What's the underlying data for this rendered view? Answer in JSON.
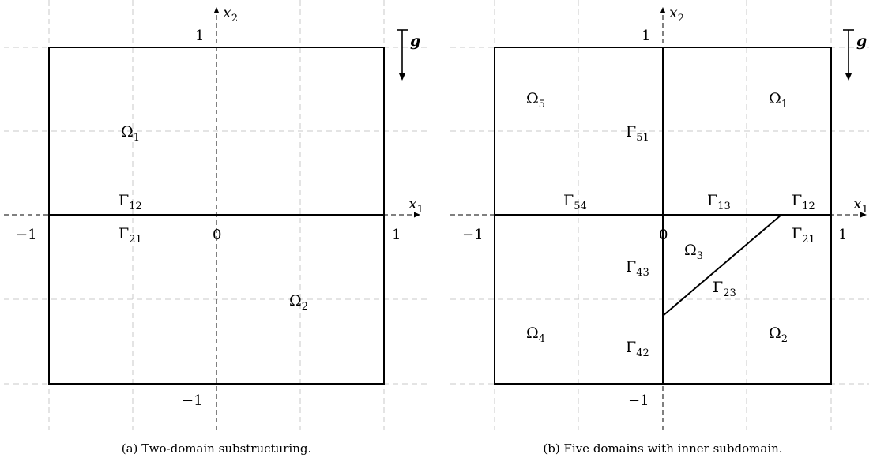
{
  "panels": [
    {
      "id": "a",
      "caption": "(a) Two-domain substructuring.",
      "axis": {
        "x_label": "x",
        "x_sub": "1",
        "y_label": "x",
        "y_sub": "2"
      },
      "ticks": {
        "x_min": "−1",
        "x_max": "1",
        "y_max": "1",
        "y_min": "−1",
        "origin": "0"
      },
      "gravity": "g",
      "domains": [
        {
          "key": "omega1",
          "label": "Ω",
          "sub": "1"
        },
        {
          "key": "omega2",
          "label": "Ω",
          "sub": "2"
        }
      ],
      "interfaces": [
        {
          "key": "gamma12",
          "label": "Γ",
          "sub": "12"
        },
        {
          "key": "gamma21",
          "label": "Γ",
          "sub": "21"
        }
      ]
    },
    {
      "id": "b",
      "caption": "(b) Five domains with inner subdomain.",
      "axis": {
        "x_label": "x",
        "x_sub": "1",
        "y_label": "x",
        "y_sub": "2"
      },
      "ticks": {
        "x_min": "−1",
        "x_max": "1",
        "y_max": "1",
        "y_min": "−1",
        "origin": "0"
      },
      "gravity": "g",
      "domains": [
        {
          "key": "omega5",
          "label": "Ω",
          "sub": "5"
        },
        {
          "key": "omega1",
          "label": "Ω",
          "sub": "1"
        },
        {
          "key": "omega3",
          "label": "Ω",
          "sub": "3"
        },
        {
          "key": "omega4",
          "label": "Ω",
          "sub": "4"
        },
        {
          "key": "omega2",
          "label": "Ω",
          "sub": "2"
        }
      ],
      "interfaces": [
        {
          "key": "gamma51",
          "label": "Γ",
          "sub": "51"
        },
        {
          "key": "gamma54",
          "label": "Γ",
          "sub": "54"
        },
        {
          "key": "gamma13",
          "label": "Γ",
          "sub": "13"
        },
        {
          "key": "gamma12",
          "label": "Γ",
          "sub": "12"
        },
        {
          "key": "gamma21",
          "label": "Γ",
          "sub": "21"
        },
        {
          "key": "gamma43",
          "label": "Γ",
          "sub": "43"
        },
        {
          "key": "gamma23",
          "label": "Γ",
          "sub": "23"
        },
        {
          "key": "gamma42",
          "label": "Γ",
          "sub": "42"
        }
      ]
    }
  ]
}
